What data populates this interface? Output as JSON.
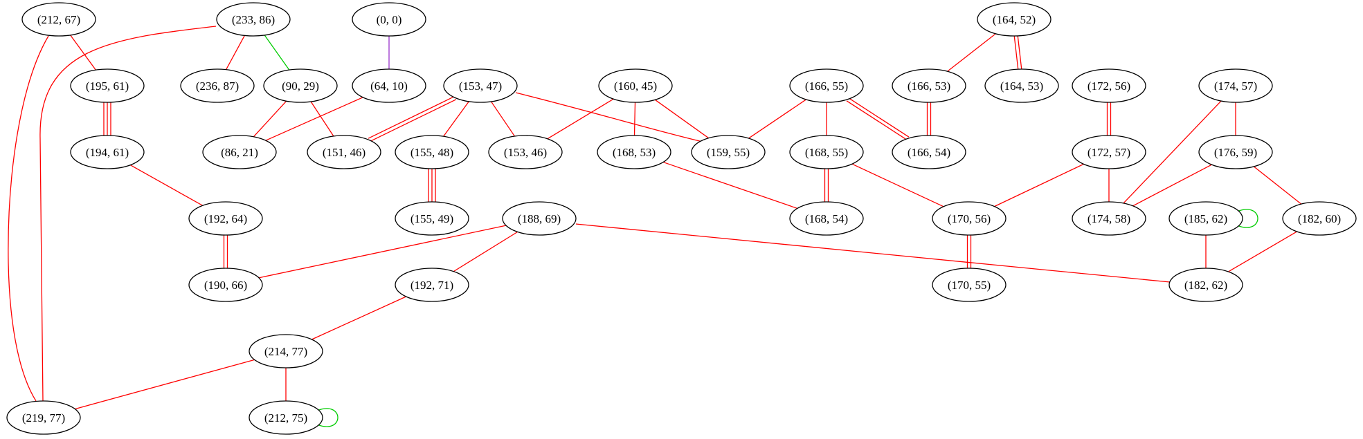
{
  "nodes": [
    {
      "id": "n212_67",
      "label": "(212, 67)"
    },
    {
      "id": "n233_86",
      "label": "(233, 86)"
    },
    {
      "id": "n0_0",
      "label": "(0, 0)"
    },
    {
      "id": "n164_52",
      "label": "(164, 52)"
    },
    {
      "id": "n195_61",
      "label": "(195, 61)"
    },
    {
      "id": "n236_87",
      "label": "(236, 87)"
    },
    {
      "id": "n90_29",
      "label": "(90, 29)"
    },
    {
      "id": "n64_10",
      "label": "(64, 10)"
    },
    {
      "id": "n153_47",
      "label": "(153, 47)"
    },
    {
      "id": "n160_45",
      "label": "(160, 45)"
    },
    {
      "id": "n166_55",
      "label": "(166, 55)"
    },
    {
      "id": "n166_53",
      "label": "(166, 53)"
    },
    {
      "id": "n164_53",
      "label": "(164, 53)"
    },
    {
      "id": "n172_56",
      "label": "(172, 56)"
    },
    {
      "id": "n174_57",
      "label": "(174, 57)"
    },
    {
      "id": "n194_61",
      "label": "(194, 61)"
    },
    {
      "id": "n86_21",
      "label": "(86, 21)"
    },
    {
      "id": "n151_46",
      "label": "(151, 46)"
    },
    {
      "id": "n155_48",
      "label": "(155, 48)"
    },
    {
      "id": "n153_46",
      "label": "(153, 46)"
    },
    {
      "id": "n168_53",
      "label": "(168, 53)"
    },
    {
      "id": "n159_55",
      "label": "(159, 55)"
    },
    {
      "id": "n168_55",
      "label": "(168, 55)"
    },
    {
      "id": "n166_54",
      "label": "(166, 54)"
    },
    {
      "id": "n172_57",
      "label": "(172, 57)"
    },
    {
      "id": "n176_59",
      "label": "(176, 59)"
    },
    {
      "id": "n192_64",
      "label": "(192, 64)"
    },
    {
      "id": "n155_49",
      "label": "(155, 49)"
    },
    {
      "id": "n188_69",
      "label": "(188, 69)"
    },
    {
      "id": "n168_54",
      "label": "(168, 54)"
    },
    {
      "id": "n170_56",
      "label": "(170, 56)"
    },
    {
      "id": "n174_58",
      "label": "(174, 58)"
    },
    {
      "id": "n185_62",
      "label": "(185, 62)"
    },
    {
      "id": "n182_60",
      "label": "(182, 60)"
    },
    {
      "id": "n190_66",
      "label": "(190, 66)"
    },
    {
      "id": "n192_71",
      "label": "(192, 71)"
    },
    {
      "id": "n170_55",
      "label": "(170, 55)"
    },
    {
      "id": "n182_62",
      "label": "(182, 62)"
    },
    {
      "id": "n214_77",
      "label": "(214, 77)"
    },
    {
      "id": "n219_77",
      "label": "(219, 77)"
    },
    {
      "id": "n212_75",
      "label": "(212, 75)"
    }
  ],
  "edges": [
    {
      "from": "n212_67",
      "to": "n195_61",
      "color": "#ff0000",
      "count": 1
    },
    {
      "from": "n212_67",
      "to": "n219_77",
      "color": "#ff0000",
      "count": 1
    },
    {
      "from": "n233_86",
      "to": "n236_87",
      "color": "#ff0000",
      "count": 1
    },
    {
      "from": "n233_86",
      "to": "n90_29",
      "color": "#00cc00",
      "count": 1
    },
    {
      "from": "n233_86",
      "to": "n219_77",
      "color": "#ff0000",
      "count": 1
    },
    {
      "from": "n0_0",
      "to": "n64_10",
      "color": "#9932cc",
      "count": 1
    },
    {
      "from": "n164_52",
      "to": "n166_53",
      "color": "#ff0000",
      "count": 1
    },
    {
      "from": "n164_52",
      "to": "n164_53",
      "color": "#ff0000",
      "count": 2
    },
    {
      "from": "n195_61",
      "to": "n194_61",
      "color": "#ff0000",
      "count": 3
    },
    {
      "from": "n90_29",
      "to": "n86_21",
      "color": "#ff0000",
      "count": 1
    },
    {
      "from": "n90_29",
      "to": "n151_46",
      "color": "#ff0000",
      "count": 1
    },
    {
      "from": "n64_10",
      "to": "n86_21",
      "color": "#ff0000",
      "count": 1
    },
    {
      "from": "n153_47",
      "to": "n151_46",
      "color": "#ff0000",
      "count": 2
    },
    {
      "from": "n153_47",
      "to": "n155_48",
      "color": "#ff0000",
      "count": 1
    },
    {
      "from": "n153_47",
      "to": "n153_46",
      "color": "#ff0000",
      "count": 1
    },
    {
      "from": "n153_47",
      "to": "n159_55",
      "color": "#ff0000",
      "count": 1
    },
    {
      "from": "n160_45",
      "to": "n153_46",
      "color": "#ff0000",
      "count": 1
    },
    {
      "from": "n160_45",
      "to": "n168_53",
      "color": "#ff0000",
      "count": 1
    },
    {
      "from": "n160_45",
      "to": "n159_55",
      "color": "#ff0000",
      "count": 1
    },
    {
      "from": "n166_55",
      "to": "n159_55",
      "color": "#ff0000",
      "count": 1
    },
    {
      "from": "n166_55",
      "to": "n168_55",
      "color": "#ff0000",
      "count": 1
    },
    {
      "from": "n166_55",
      "to": "n166_54",
      "color": "#ff0000",
      "count": 2
    },
    {
      "from": "n166_53",
      "to": "n166_54",
      "color": "#ff0000",
      "count": 2
    },
    {
      "from": "n172_56",
      "to": "n172_57",
      "color": "#ff0000",
      "count": 2
    },
    {
      "from": "n174_57",
      "to": "n176_59",
      "color": "#ff0000",
      "count": 1
    },
    {
      "from": "n174_57",
      "to": "n174_58",
      "color": "#ff0000",
      "count": 1
    },
    {
      "from": "n194_61",
      "to": "n192_64",
      "color": "#ff0000",
      "count": 1
    },
    {
      "from": "n155_48",
      "to": "n155_49",
      "color": "#ff0000",
      "count": 3
    },
    {
      "from": "n168_53",
      "to": "n168_54",
      "color": "#ff0000",
      "count": 1
    },
    {
      "from": "n168_55",
      "to": "n168_54",
      "color": "#ff0000",
      "count": 2
    },
    {
      "from": "n168_55",
      "to": "n170_56",
      "color": "#ff0000",
      "count": 1
    },
    {
      "from": "n172_57",
      "to": "n170_56",
      "color": "#ff0000",
      "count": 1
    },
    {
      "from": "n172_57",
      "to": "n174_58",
      "color": "#ff0000",
      "count": 1
    },
    {
      "from": "n176_59",
      "to": "n174_58",
      "color": "#ff0000",
      "count": 1
    },
    {
      "from": "n176_59",
      "to": "n182_60",
      "color": "#ff0000",
      "count": 1
    },
    {
      "from": "n192_64",
      "to": "n190_66",
      "color": "#ff0000",
      "count": 2
    },
    {
      "from": "n188_69",
      "to": "n190_66",
      "color": "#ff0000",
      "count": 1
    },
    {
      "from": "n188_69",
      "to": "n192_71",
      "color": "#ff0000",
      "count": 1
    },
    {
      "from": "n188_69",
      "to": "n182_62",
      "color": "#ff0000",
      "count": 1
    },
    {
      "from": "n170_56",
      "to": "n170_55",
      "color": "#ff0000",
      "count": 2
    },
    {
      "from": "n185_62",
      "to": "n185_62",
      "color": "#00cc00",
      "count": 1
    },
    {
      "from": "n185_62",
      "to": "n182_62",
      "color": "#ff0000",
      "count": 1
    },
    {
      "from": "n182_60",
      "to": "n182_62",
      "color": "#ff0000",
      "count": 1
    },
    {
      "from": "n192_71",
      "to": "n214_77",
      "color": "#ff0000",
      "count": 1
    },
    {
      "from": "n214_77",
      "to": "n219_77",
      "color": "#ff0000",
      "count": 1
    },
    {
      "from": "n214_77",
      "to": "n212_75",
      "color": "#ff0000",
      "count": 1
    },
    {
      "from": "n212_75",
      "to": "n212_75",
      "color": "#00cc00",
      "count": 1
    }
  ]
}
